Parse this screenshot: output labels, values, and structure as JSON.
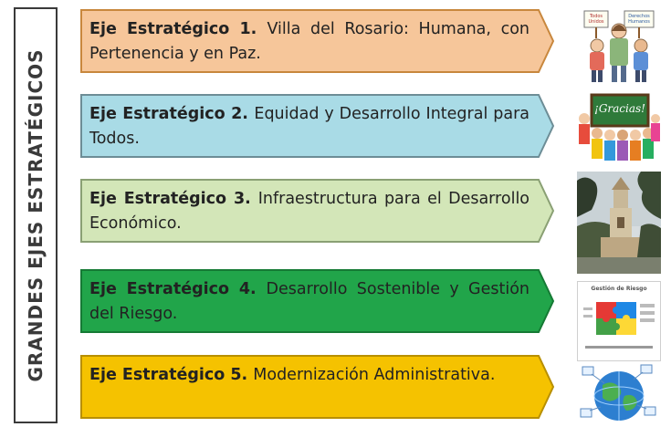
{
  "side_title": "GRANDES EJES ESTRATÉGICOS",
  "axes": [
    {
      "label": "Eje Estratégico 1",
      "sep": ". ",
      "text": "Villa del Rosario: Humana, con Pertenencia y en Paz.",
      "color": "#f6c69a"
    },
    {
      "label": "Eje Estratégico 2",
      "sep": ". ",
      "text": "Equidad y Desarrollo Integral para Todos.",
      "color": "#a9dbe6"
    },
    {
      "label": "Eje Estratégico 3",
      "sep": ". ",
      "text": "Infraestructura para el Desarrollo Económico.",
      "color": "#d3e6b8"
    },
    {
      "label": "Eje Estratégico 4",
      "sep": ". ",
      "text": "Desarrollo Sostenible y Gestión del Riesgo.",
      "color": "#21a54a"
    },
    {
      "label": "Eje Estratégico 5",
      "sep": ". ",
      "text": "Modernización Administrativa.",
      "color": "#f5c200"
    }
  ],
  "images": {
    "img1_sign_left": "Todos Unidos",
    "img1_sign_right": "Derechos Humanos",
    "img2_board": "¡Gracias!",
    "img4_title": "Gestión de Riesgo"
  }
}
